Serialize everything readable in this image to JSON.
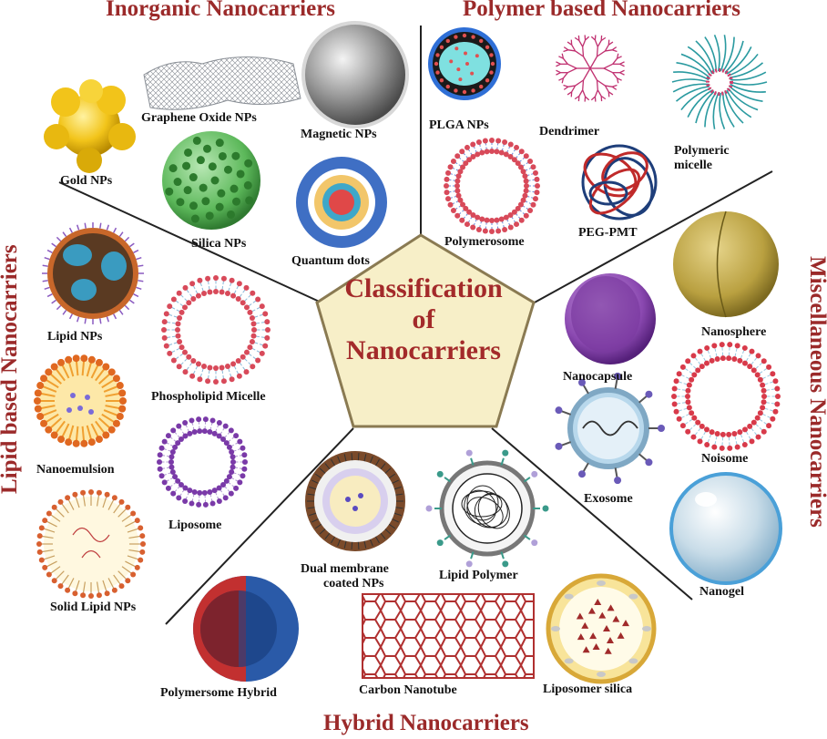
{
  "center": {
    "line1": "Classification",
    "line2": "of",
    "line3": "Nanocarriers"
  },
  "categories": {
    "inorganic": "Inorganic Nanocarriers",
    "polymer": "Polymer based Nanocarriers",
    "lipid": "Lipid based Nanocarriers",
    "misc": "Miscellaneous Nanocarriers",
    "hybrid": "Hybrid Nanocarriers"
  },
  "labels": {
    "graphene": "Graphene Oxide NPs",
    "magnetic": "Magnetic NPs",
    "gold": "Gold NPs",
    "silica": "Silica NPs",
    "quantum": "Quantum dots",
    "plga": "PLGA NPs",
    "dendrimer": "Dendrimer",
    "micelle1": "Polymeric",
    "micelle2": "micelle",
    "polymerosome": "Polymerosome",
    "pegpmt": "PEG-PMT",
    "lipidnps": "Lipid NPs",
    "phospholipid": "Phospholipid Micelle",
    "nanoemulsion": "Nanoemulsion",
    "liposome": "Liposome",
    "solidlipid": "Solid Lipid NPs",
    "nanosphere": "Nanosphere",
    "nanocapsule": "Nanocapsule",
    "noisome": "Noisome",
    "exosome": "Exosome",
    "nanogel": "Nanogel",
    "dual1": "Dual membrane",
    "dual2": "coated NPs",
    "lipidpolymer": "Lipid Polymer",
    "polymersome_hybrid": "Polymersome Hybrid",
    "carbon": "Carbon Nanotube",
    "liposomer": "Liposomer silica"
  },
  "colors": {
    "title": "#9b2a2a",
    "pentagon_fill": "#f7efc8",
    "pentagon_stroke": "#8a7a52"
  }
}
